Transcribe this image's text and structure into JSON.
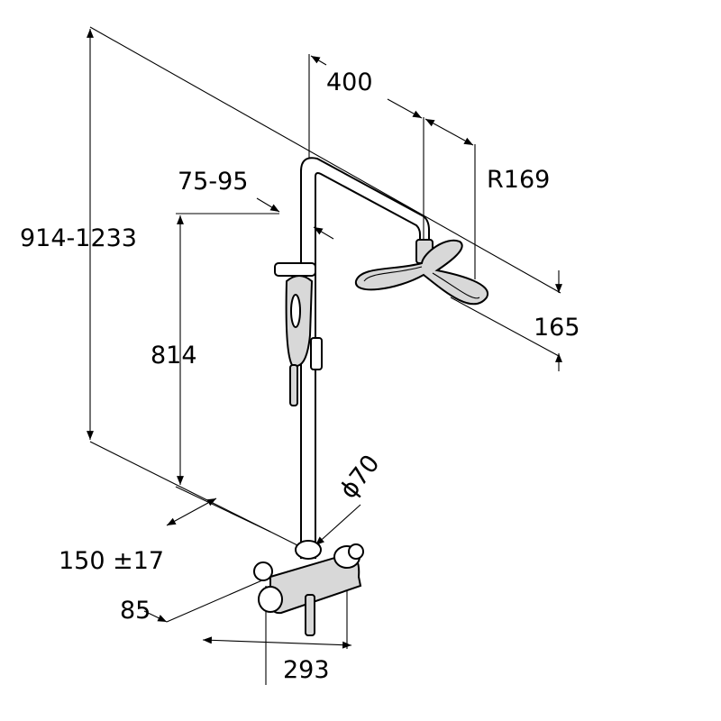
{
  "title": "Shower system dimension drawing",
  "dimensions": {
    "arm_length": "400",
    "head_radius": "R169",
    "slider_offset": "75-95",
    "total_height": "914-1233",
    "rail_height": "814",
    "head_drop": "165",
    "diameter": "ϕ70",
    "center_distance": "150 ±17",
    "wall_distance": "85",
    "mixer_width": "293"
  }
}
